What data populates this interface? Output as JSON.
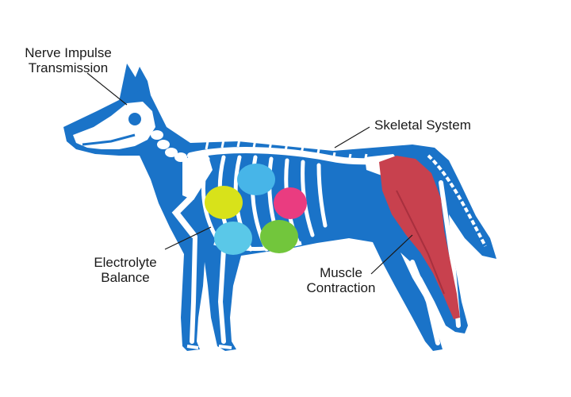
{
  "labels": {
    "nerve": [
      "Nerve Impulse",
      "Transmission"
    ],
    "skeletal": "Skeletal System",
    "electrolyte": [
      "Electrolyte",
      "Balance"
    ],
    "muscle": [
      "Muscle",
      "Contraction"
    ]
  },
  "colors": {
    "body": "#1a73c8",
    "bone": "#ffffff",
    "muscle": "#c8414e",
    "organ_lime": "#d8e21a",
    "organ_sky": "#47b5e8",
    "organ_pink": "#ea3c80",
    "organ_light_blue": "#5ac8e8",
    "organ_green": "#72c63c"
  }
}
